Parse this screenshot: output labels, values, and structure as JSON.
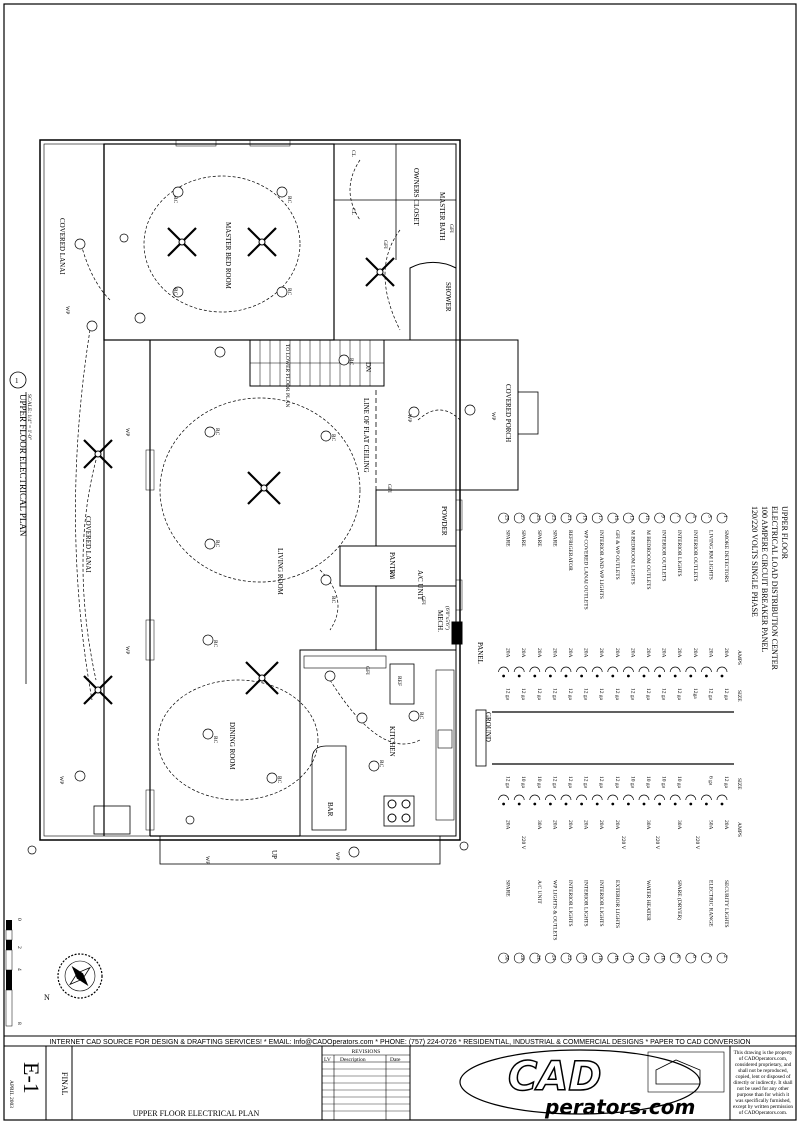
{
  "plan": {
    "title": "UPPER FLOOR ELECTRICAL PLAN",
    "scale": "SCALE: 1/4\" = 1'-0\"",
    "detail_no": "1",
    "rooms": {
      "covered_lanai_top": "COVERED LANAI",
      "covered_lanai_main": "COVERED LANAI",
      "master_bed": "MASTER BED ROOM",
      "owners_closet": "OWNERS CLOSET",
      "master_bath": "MASTER BATH",
      "shower": "SHOWER",
      "to_lower": "TO LOWER FLOOR PLAN",
      "flat_ceiling": "LINE OF FLAT CEILING",
      "living": "LIVING ROOM",
      "covered_porch": "COVERED PORCH",
      "powder": "POWDER",
      "pantry": "PANTRY",
      "ac_unit": "A/C UNIT",
      "mech": "MECH.",
      "mech_size": "(6'0\"x5'6\")",
      "dining": "DINING ROOM",
      "kitchen": "KITCHEN",
      "bar": "BAR",
      "ref": "REF",
      "panel": "PANEL",
      "ground": "GROUND",
      "dn": "DN",
      "up": "UP"
    },
    "symbols": {
      "rc": "RC",
      "wp": "WP",
      "gfi": "GFI",
      "wh": "WH",
      "cl": "CL"
    }
  },
  "panel": {
    "title_lines": [
      "UPPER FLOOR",
      "ELECTRICAL LOAD DISTRIBUTION CENTER",
      "100 AMPERE CIRCUIT BREAKER PANEL",
      "120/220 VOLTS SINGLE PHASE"
    ],
    "header_amps": "AMPS",
    "header_size": "SIZE",
    "left_circuits": [
      {
        "no": "1",
        "name": "SMOKE DETECTORS",
        "amps": "20A",
        "size": "12 ga"
      },
      {
        "no": "3",
        "name": "LIVING RM LIGHTS",
        "amps": "20A",
        "size": "12 ga"
      },
      {
        "no": "5",
        "name": "INTERIOR OUTLETS",
        "amps": "20A",
        "size": "12ga"
      },
      {
        "no": "7",
        "name": "INTERIOR LIGHTS",
        "amps": "20A",
        "size": "12 ga"
      },
      {
        "no": "9",
        "name": "INTERIOR OUTLETS",
        "amps": "20A",
        "size": "12 ga"
      },
      {
        "no": "11",
        "name": "M BEDROOM OUTLETS",
        "amps": "20A",
        "size": "12 ga"
      },
      {
        "no": "13",
        "name": "M BEDROOM LIGHTS",
        "amps": "20A",
        "size": "12 ga"
      },
      {
        "no": "15",
        "name": "GFI & WP OUTLETS",
        "amps": "20A",
        "size": "12 ga"
      },
      {
        "no": "17",
        "name": "INTERIOR AND WP LIGHTS",
        "amps": "20A",
        "size": "12 ga"
      },
      {
        "no": "19",
        "name": "WP COVERED LANAI OUTLETS",
        "amps": "20A",
        "size": "12 ga"
      },
      {
        "no": "21",
        "name": "REFRIGERATOR",
        "amps": "20A",
        "size": "12 ga"
      },
      {
        "no": "23",
        "name": "SPARE",
        "amps": "20A",
        "size": "12 ga"
      },
      {
        "no": "25",
        "name": "SPARE",
        "amps": "20A",
        "size": "12 ga"
      },
      {
        "no": "27",
        "name": "SPARE",
        "amps": "20A",
        "size": "12 ga"
      },
      {
        "no": "29",
        "name": "SPARE",
        "amps": "20A",
        "size": "12 ga"
      }
    ],
    "right_circuits": [
      {
        "no": "2",
        "name": "SECURITY LIGHTS",
        "amps": "20A",
        "size": "12 ga"
      },
      {
        "no": "4",
        "name": "ELECTRIC RANGE",
        "amps": "50A",
        "size": "6 ga"
      },
      {
        "no": "6",
        "name": "",
        "amps": "",
        "size": ""
      },
      {
        "no": "8",
        "name": "SPARE (DRYER)",
        "amps": "30A",
        "size": "10 ga"
      },
      {
        "no": "10",
        "name": "",
        "amps": "",
        "size": "10 ga"
      },
      {
        "no": "12",
        "name": "WATER HEATER",
        "amps": "30A",
        "size": "10 ga"
      },
      {
        "no": "14",
        "name": "",
        "amps": "",
        "size": "10 ga"
      },
      {
        "no": "16",
        "name": "EXTERIOR LIGHTS",
        "amps": "20A",
        "size": "12 ga"
      },
      {
        "no": "18",
        "name": "INTERIOR LIGHTS",
        "amps": "20A",
        "size": "12 ga"
      },
      {
        "no": "20",
        "name": "INTERIOR LIGHTS",
        "amps": "20A",
        "size": "12 ga"
      },
      {
        "no": "22",
        "name": "INTERIOR LIGHTS",
        "amps": "20A",
        "size": "12 ga"
      },
      {
        "no": "24",
        "name": "WP LIGHTS & OUTLETS",
        "amps": "20A",
        "size": "12 ga"
      },
      {
        "no": "26",
        "name": "A/C UNIT",
        "amps": "30A",
        "size": "10 ga"
      },
      {
        "no": "28",
        "name": "",
        "amps": "",
        "size": "10 ga"
      },
      {
        "no": "30",
        "name": "SPARE",
        "amps": "20A",
        "size": "12 ga"
      }
    ],
    "voltage_labels": [
      "220 V",
      "220 V",
      "220 V",
      "220 V"
    ]
  },
  "footer": {
    "banner": "INTERNET CAD SOURCE FOR DESIGN & DRAFTING SERVICES! * EMAIL: Info@CADOperators.com * PHONE: (757) 224-0726 * RESIDENTIAL, INDUSTRIAL & COMMERCIAL DESIGNS * PAPER TO CAD CONVERSION",
    "status": "FINAL",
    "sheet": "E-1",
    "date": "APRIL 2003",
    "sheet_title": "UPPER FLOOR ELECTRICAL PLAN",
    "revisions": {
      "title": "REVISIONS",
      "col1": "LV",
      "col2": "Description",
      "col3": "Date"
    },
    "logo_top": "CAD",
    "logo_bottom": "perators.com",
    "notice": [
      "This drawing is the property",
      "of CADOperators.com,",
      "considered proprietary, and",
      "shall not be reproduced,",
      "copied, lent or disposed of",
      "directly or indirectly. It shall",
      "not be used for any other",
      "purpose than for which it",
      "was specifically furnished,",
      "except by written permission",
      "of CADOperators.com."
    ]
  },
  "scale_bar": {
    "ticks": [
      "0",
      "2",
      "4",
      "8"
    ]
  },
  "compass": {
    "label": "N"
  }
}
